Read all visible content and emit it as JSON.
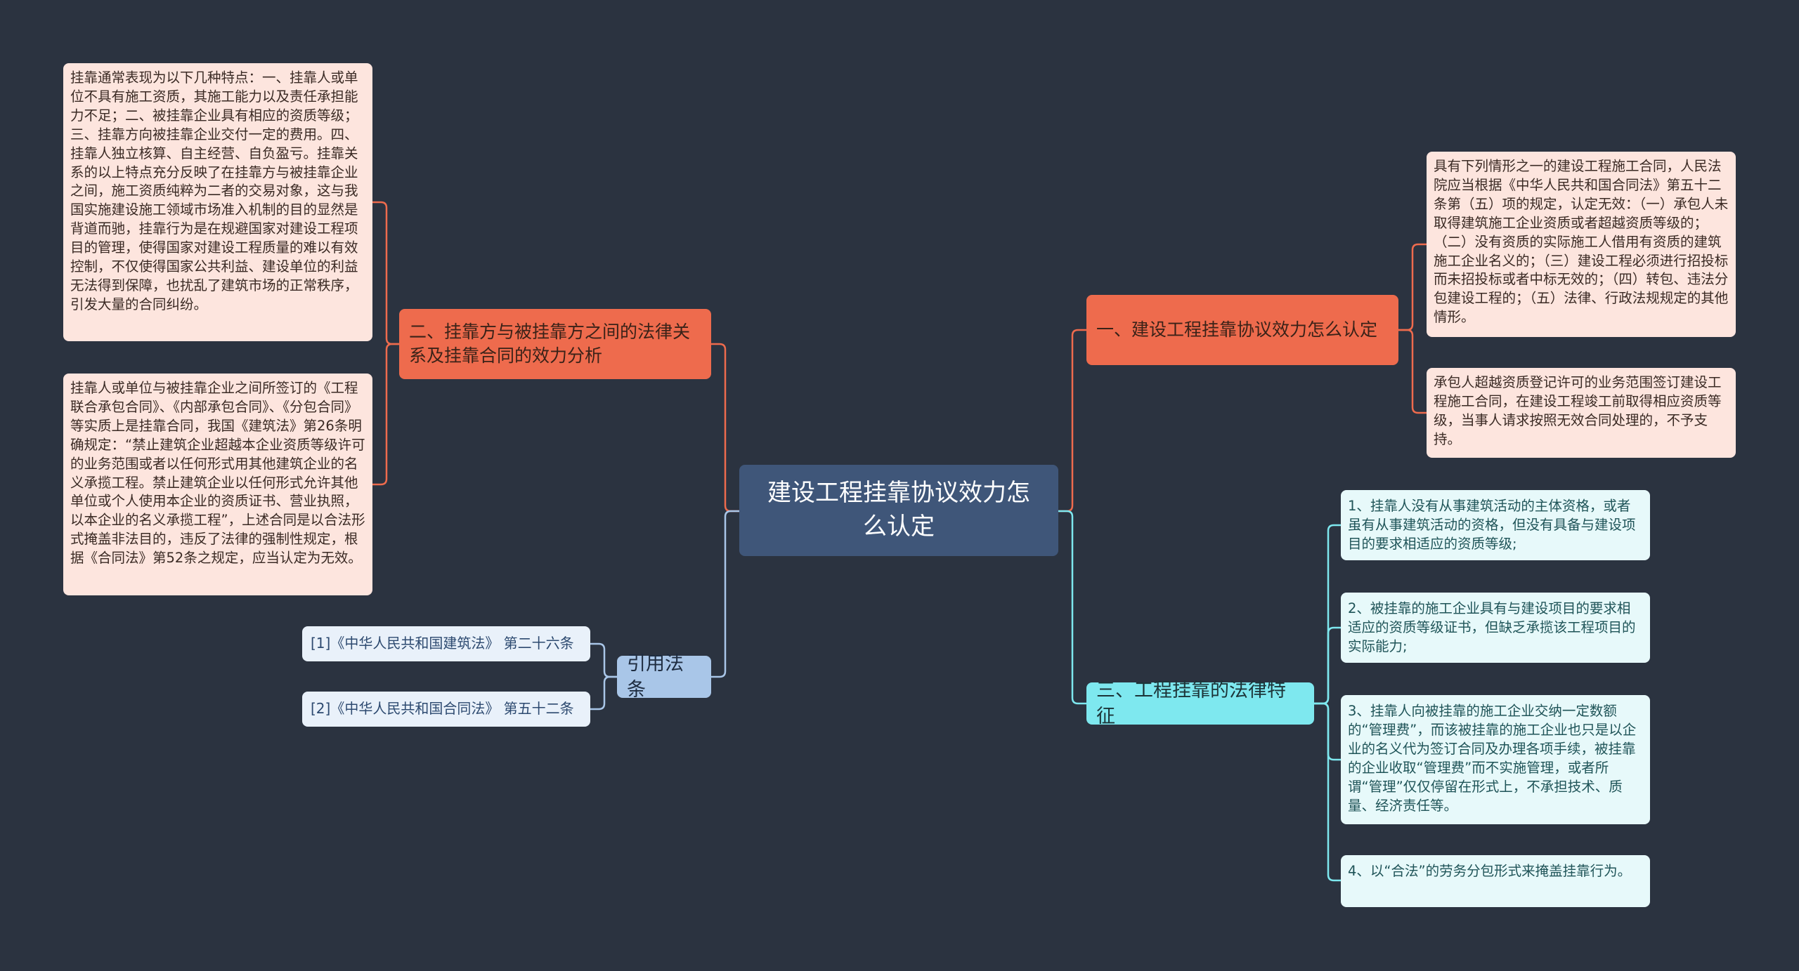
{
  "root": {
    "title": "建设工程挂靠协议效力怎么认定"
  },
  "branches": {
    "b1": {
      "title": "一、建设工程挂靠协议效力怎么认定"
    },
    "b2": {
      "title": "二、挂靠方与被挂靠方之间的法律关系及挂靠合同的效力分析"
    },
    "b3": {
      "title": "三、工程挂靠的法律特征"
    },
    "b4": {
      "title": "引用法条"
    }
  },
  "leaves": {
    "b1_1": "具有下列情形之一的建设工程施工合同，人民法院应当根据《中华人民共和国合同法》第五十二条第（五）项的规定，认定无效：（一）承包人未取得建筑施工企业资质或者超越资质等级的；（二）没有资质的实际施工人借用有资质的建筑施工企业名义的；（三）建设工程必须进行招投标而未招投标或者中标无效的；（四）转包、违法分包建设工程的；（五）法律、行政法规规定的其他情形。",
    "b1_2": "承包人超越资质登记许可的业务范围签订建设工程施工合同，在建设工程竣工前取得相应资质等级，当事人请求按照无效合同处理的，不予支持。",
    "b2_1": "挂靠通常表现为以下几种特点：一、挂靠人或单位不具有施工资质，其施工能力以及责任承担能力不足；二、被挂靠企业具有相应的资质等级；三、挂靠方向被挂靠企业交付一定的费用。四、挂靠人独立核算、自主经营、自负盈亏。挂靠关系的以上特点充分反映了在挂靠方与被挂靠企业之间，施工资质纯粹为二者的交易对象，这与我国实施建设施工领域市场准入机制的目的显然是背道而驰，挂靠行为是在规避国家对建设工程项目的管理，使得国家对建设工程质量的难以有效控制，不仅使得国家公共利益、建设单位的利益无法得到保障，也扰乱了建筑市场的正常秩序，引发大量的合同纠纷。",
    "b2_2": "挂靠人或单位与被挂靠企业之间所签订的《工程联合承包合同》、《内部承包合同》、《分包合同》等实质上是挂靠合同，我国《建筑法》第26条明确规定：“禁止建筑企业超越本企业资质等级许可的业务范围或者以任何形式用其他建筑企业的名义承揽工程。禁止建筑企业以任何形式允许其他单位或个人使用本企业的资质证书、营业执照，以本企业的名义承揽工程”，上述合同是以合法形式掩盖非法目的，违反了法律的强制性规定，根据《合同法》第52条之规定，应当认定为无效。",
    "b3_1": "1、挂靠人没有从事建筑活动的主体资格，或者虽有从事建筑活动的资格，但没有具备与建设项目的要求相适应的资质等级;",
    "b3_2": "2、被挂靠的施工企业具有与建设项目的要求相适应的资质等级证书，但缺乏承揽该工程项目的实际能力;",
    "b3_3": "3、挂靠人向被挂靠的施工企业交纳一定数额的“管理费”，而该被挂靠的施工企业也只是以企业的名义代为签订合同及办理各项手续，被挂靠的企业收取“管理费”而不实施管理，或者所谓“管理”仅仅停留在形式上，不承担技术、质量、经济责任等。",
    "b3_4": "4、以“合法”的劳务分包形式来掩盖挂靠行为。",
    "b4_1": "[1]《中华人民共和国建筑法》 第二十六条",
    "b4_2": "[2]《中华人民共和国合同法》 第五十二条"
  },
  "colors": {
    "background": "#2b3340",
    "root": "#3f5679",
    "orange": "#ee6b4d",
    "cyan": "#7ee8ef",
    "blue": "#a9c6e8",
    "leaf_peach": "#fde5de",
    "leaf_cyan": "#e7f9fa",
    "leaf_blue": "#e9f1fa"
  }
}
